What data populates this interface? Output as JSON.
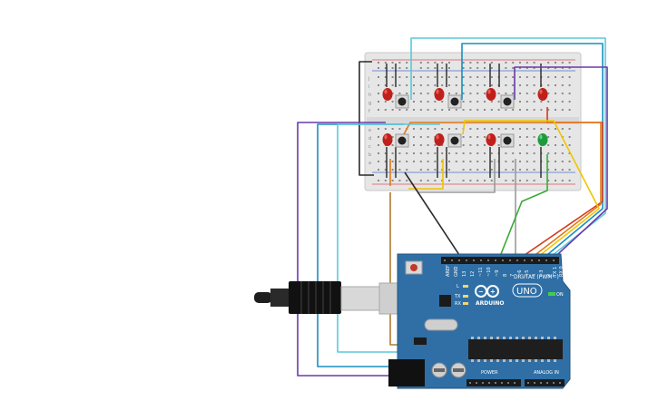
{
  "arduino": {
    "digital_label": "DIGITAL (PWM~)",
    "brand": "ARDUINO",
    "model": "UNO",
    "power_label": "POWER",
    "analog_label": "ANALOG IN",
    "on_label": "ON",
    "led_l": "L",
    "led_tx": "TX",
    "led_rx": "RX",
    "pin_aref": "AREF",
    "pin_gnd": "GND",
    "pin_13": "13",
    "pin_12": "12",
    "pin_11": "~11",
    "pin_10": "~10",
    "pin_9": "~9",
    "pin_8": "8",
    "pin_7": "7",
    "pin_6": "~6",
    "pin_5": "~5",
    "pin_4": "4",
    "pin_3": "~3",
    "pin_2": "2",
    "pin_tx1": "TX 1",
    "pin_rx0": "RX 0"
  },
  "breadboard": {
    "rows_top": [
      "j",
      "i",
      "h",
      "g",
      "f"
    ],
    "rows_bottom": [
      "e",
      "d",
      "c",
      "b",
      "a"
    ]
  },
  "colors": {
    "board": "#2f6fa6",
    "breadboard": "#e6e6e6",
    "led_red": "#c0201c",
    "led_green": "#1f9a3b",
    "wire_cyan": "#5cc8d8",
    "wire_blue": "#1a8fc0",
    "wire_purple": "#6a3aa8",
    "wire_red": "#d23a1c",
    "wire_orange": "#e07a16",
    "wire_yellow": "#f0c400",
    "wire_green": "#3aaa3a",
    "wire_gray": "#9a9a9a",
    "wire_black": "#2a2a2a",
    "wire_brown": "#b07a30"
  }
}
